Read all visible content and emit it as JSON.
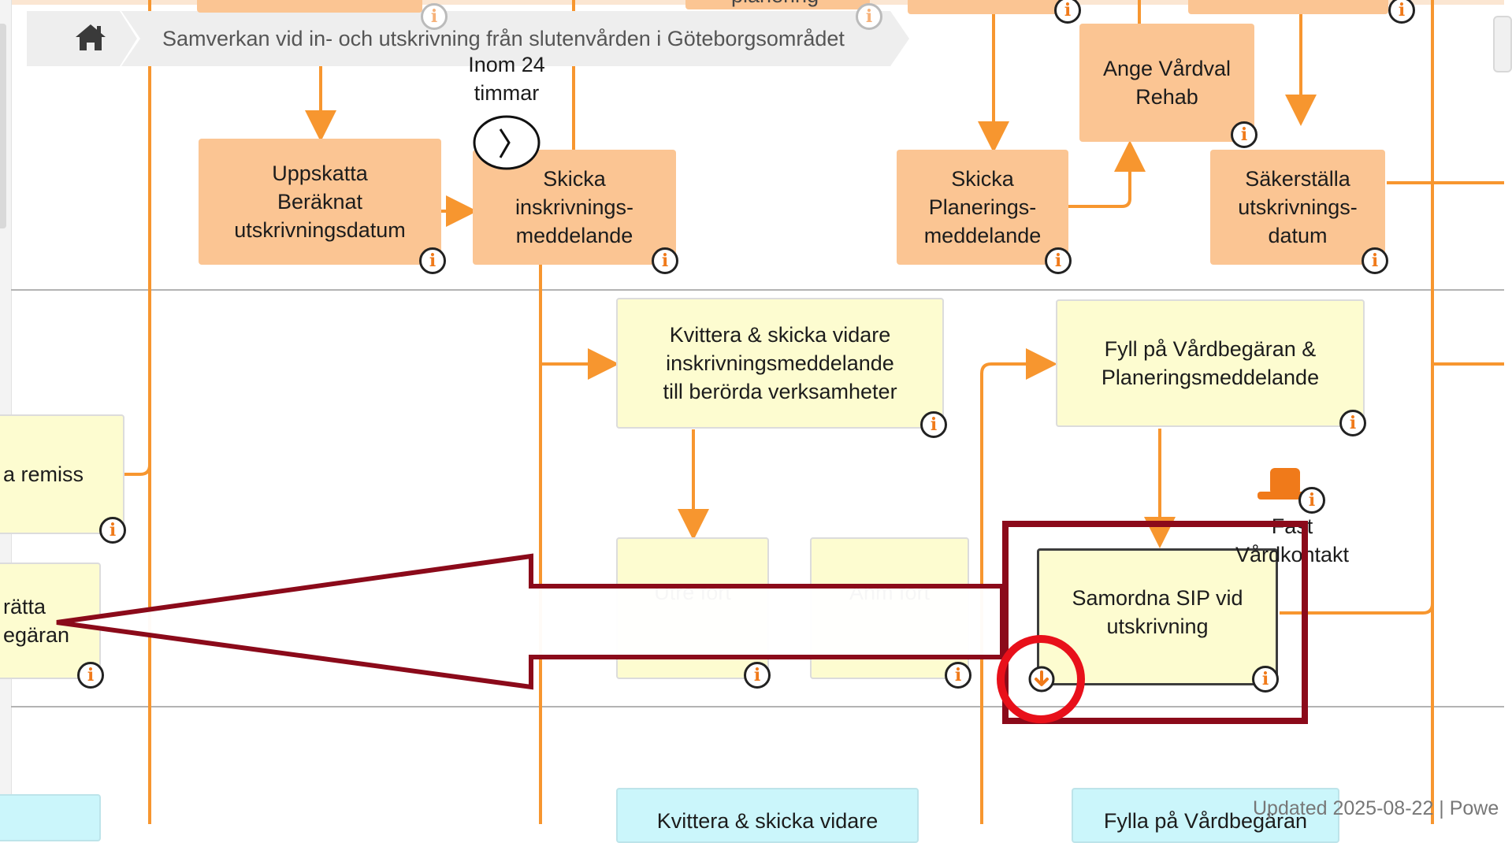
{
  "breadcrumb": {
    "home_icon": "home-icon",
    "title": "Samverkan vid in- och utskrivning från slutenvården i Göteborgsområdet"
  },
  "timer": {
    "icon": "clock-icon",
    "label_line1": "Inom 24",
    "label_line2": "timmar"
  },
  "top_fragments": {
    "planering": "planering"
  },
  "boxes": {
    "uppskatta": {
      "line1": "Uppskatta",
      "line2": "Beräknat",
      "line3": "utskrivningsdatum"
    },
    "skicka_in": {
      "line1": "Skicka",
      "line2": "inskrivnings-",
      "line3": "meddelande"
    },
    "skicka_plan": {
      "line1": "Skicka",
      "line2": "Planerings-",
      "line3": "meddelande"
    },
    "ange_vardval": {
      "line1": "Ange Vårdval",
      "line2": "Rehab"
    },
    "sakerstalla": {
      "line1": "Säkerställa",
      "line2": "utskrivnings-",
      "line3": "datum"
    },
    "kvittera": {
      "line1": "Kvittera & skicka vidare",
      "line2": "inskrivningsmeddelande",
      "line3": "till berörda verksamheter"
    },
    "fyll_pa": {
      "line1": "Fyll på Vårdbegäran &",
      "line2": "Planeringsmeddelande"
    },
    "remiss": {
      "line1": "a remiss"
    },
    "ratta": {
      "line1": "rätta",
      "line2": "egäran"
    },
    "utfort_a": {
      "line1": "Utre fort"
    },
    "utfort_b": {
      "line1": "Anm fort"
    },
    "samordna": {
      "line1": "Samordna SIP vid",
      "line2": "utskrivning"
    },
    "cyan_kvittera": {
      "line1": "Kvittera & skicka vidare"
    },
    "cyan_fyll": {
      "line1": "Fylla på Vårdbegäran"
    }
  },
  "role": {
    "icon": "hat-icon",
    "line1": "Fast",
    "line2": "Vårdkontakt"
  },
  "info_symbol": "i",
  "footer": {
    "text": "Updated 2025-08-22 | Powe"
  },
  "colors": {
    "flow_line": "#f7962f",
    "annotation": "#8b0a1a",
    "highlight_circle": "#e8101a",
    "orange_box": "#fbc593",
    "yellow_box": "#fdfcd0",
    "cyan_box": "#cbf6fb"
  }
}
